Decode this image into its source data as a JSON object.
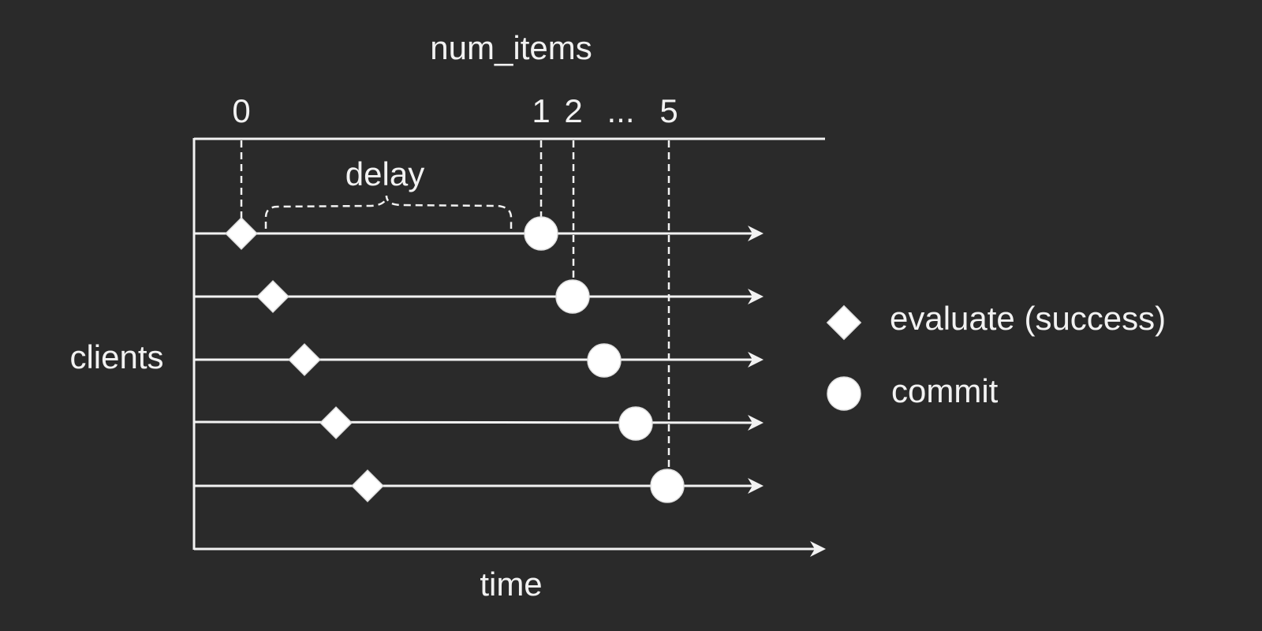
{
  "top_label": "num_items",
  "ticks": [
    "0",
    "1",
    "2",
    "...",
    "5"
  ],
  "delay_label": "delay",
  "y_label": "clients",
  "x_label": "time",
  "legend": [
    {
      "icon": "diamond-icon",
      "label": "evaluate (success)"
    },
    {
      "icon": "circle-icon",
      "label": "commit"
    }
  ],
  "colors": {
    "background": "#2a2a2a",
    "foreground": "#f2f2f2"
  }
}
